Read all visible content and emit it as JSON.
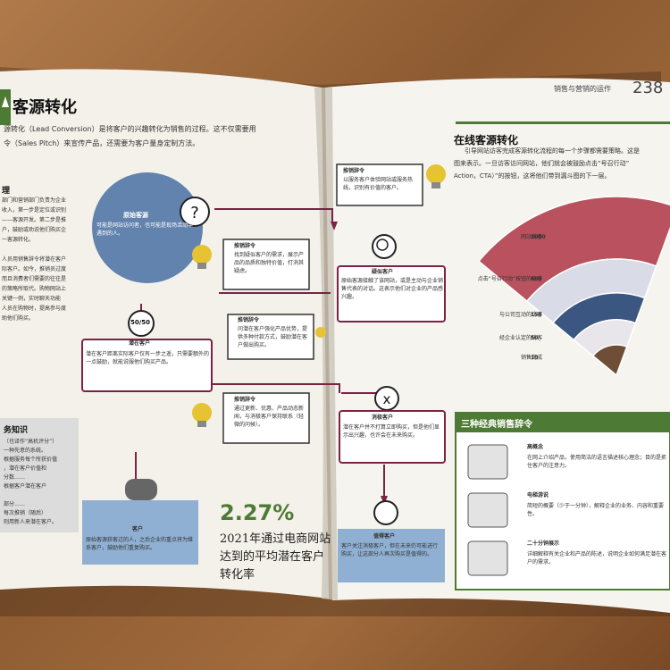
{
  "left_page": {
    "title": "客源转化",
    "intro_line1": "源转化（Lead Conversion）是将客户的兴趣转化为销售的过程。这不仅需要用",
    "intro_line2": "令（Sales Pitch）来宣传产品，还需要为客户量身定制方法。",
    "side_heading": "理",
    "side_text": [
      "部门和营销部门负责为企业",
      "收入，第一步是定位或识别",
      "——客源开发。第二步是推",
      "户，鼓励或劝说他们购买企",
      "一客源转化。",
      "",
      "人员用销售辞令将潜在客户",
      "际客户。如今，推销员过度",
      "而且消费者们需要的往往是",
      "的策略所取代。购物网站上",
      "关键一例，实时聊天功能",
      "人员在购物时，提高参与度",
      "助他们购买。"
    ],
    "knowledge_box_title": "务知识",
    "knowledge_items": [
      "（也译作“高机评分”）",
      "一种先意的系统。",
      "根据服务每个所获价值",
      "，潜在客户价值和",
      "分数……",
      "根据客户潜在客户",
      "",
      "部分……",
      "每次推销（随后）",
      "则用新人来潜在客户。"
    ],
    "node_original": {
      "title": "原始客源",
      "text": "可能是网站访问者，也可能是现场活动中遇到的人。"
    },
    "pitch1": {
      "title": "推销辞令",
      "text": "找到疑似客户的需求，展示产品的品质和独特价值，打消其疑虑。"
    },
    "node_potential": {
      "title": "潜在客户",
      "text": "潜在客户距离实际客户仅有一步之遥，只需要额外的一点鼓励，就能说服他们购买产品。",
      "icon_text": "50/50"
    },
    "pitch2": {
      "title": "推销辞令",
      "text": "问潜在客户强化产品优势，提供多种付款方式，鼓励潜在客户做出购买。"
    },
    "pitch3": {
      "title": "推销辞令",
      "text": "通过更新、优惠、产品动态新闻，与消极客户保持联系（轻微的问候）。"
    },
    "node_customer": {
      "title": "客户",
      "text": "原始客源获客过的人，之后企业的重点将为维系客户，鼓励他们重复购买。"
    },
    "stat_value": "2.27%",
    "stat_line1": "2021年通过电商网站",
    "stat_line2": "达到的平均潜在客户",
    "stat_line3": "转化率"
  },
  "right_page": {
    "running_head": "销售与营销的运作",
    "page_number": "238",
    "suspect_note": {
      "title": "推销辞令",
      "text": "以服务客户体验网站或服务热线，识别有价值的客户。"
    },
    "node_suspect": {
      "title": "疑似客户",
      "text": "原始客源接触了该网站，或是主动与企业销售代表的对话。这表示他们对企业的产品感兴趣。"
    },
    "node_passive": {
      "title": "消极客户",
      "text": "潜在客户并不打算立即购买，但是他们显示出兴趣，也许会在未来购买。"
    },
    "node_worth": {
      "title": "值得客户",
      "text": "客户关注消极客户，但在未来仍可能进行购买，让这部分人再次购买是值得的。"
    },
    "online_title": "在线客源转化",
    "online_text1": "引导网站访客完成客源转化流程的每一个步骤都需要策略。这是",
    "online_text2": "图来表示。一旦访客访问网站，他们就会被鼓励点击“号召行动”",
    "online_text3": "Action，CTA）”的按钮，这将他们带到漏斗图的下一层。",
    "pitch_box_title": "三种经典销售辞令",
    "pitches": [
      {
        "name": "高概念",
        "desc": "在网上介绍产品，使用简洁的语言描述核心理念；目的是抓住客户的注意力。"
      },
      {
        "name": "电梯游说",
        "desc": "简短的概要（少于一分钟），解释企业的业务、内容和重要性。"
      },
      {
        "name": "二十分钟展示",
        "desc": "详细解释有关企业和产品的陈述，说明企业如何满足潜在客户的需求。"
      }
    ]
  },
  "chart_data": {
    "type": "funnel",
    "title": "",
    "categories": [
      "网站访客",
      "点击“号召行动”按钮的访客",
      "与公司互动的访客",
      "经企业认定的访客",
      "销售完成"
    ],
    "values": [
      3000,
      600,
      150,
      50,
      10
    ],
    "colors": [
      "#b9525e",
      "#d9dbe6",
      "#3b5680",
      "#e8e6ea",
      "#6e4e36"
    ]
  },
  "colors": {
    "accent_green": "#4d7a35",
    "node_blue": "#5f7fa8",
    "pill_blue": "#8fb0d3",
    "bulb": "#e6c333"
  }
}
